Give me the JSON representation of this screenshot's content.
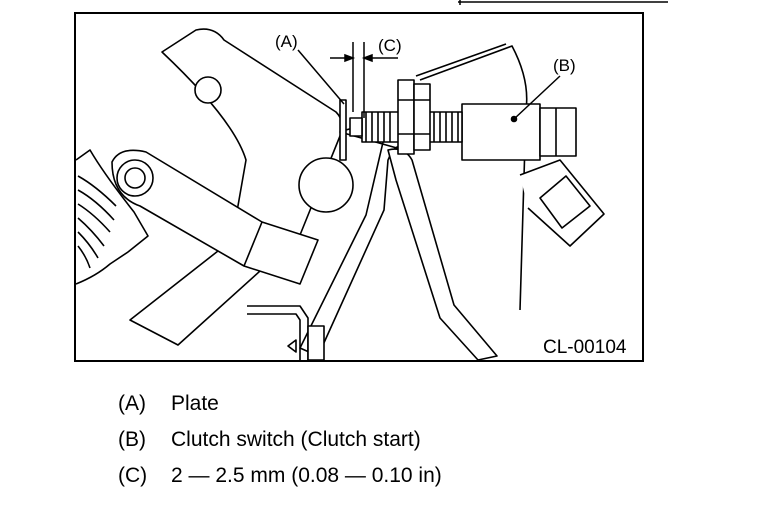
{
  "diagram": {
    "callouts": {
      "a": "(A)",
      "b": "(B)",
      "c": "(C)"
    },
    "figure_code": "CL-00104"
  },
  "legend": [
    {
      "key": "(A)",
      "text": "Plate"
    },
    {
      "key": "(B)",
      "text": "Clutch switch (Clutch start)"
    },
    {
      "key": "(C)",
      "text": "2 — 2.5 mm (0.08 — 0.10 in)"
    }
  ]
}
